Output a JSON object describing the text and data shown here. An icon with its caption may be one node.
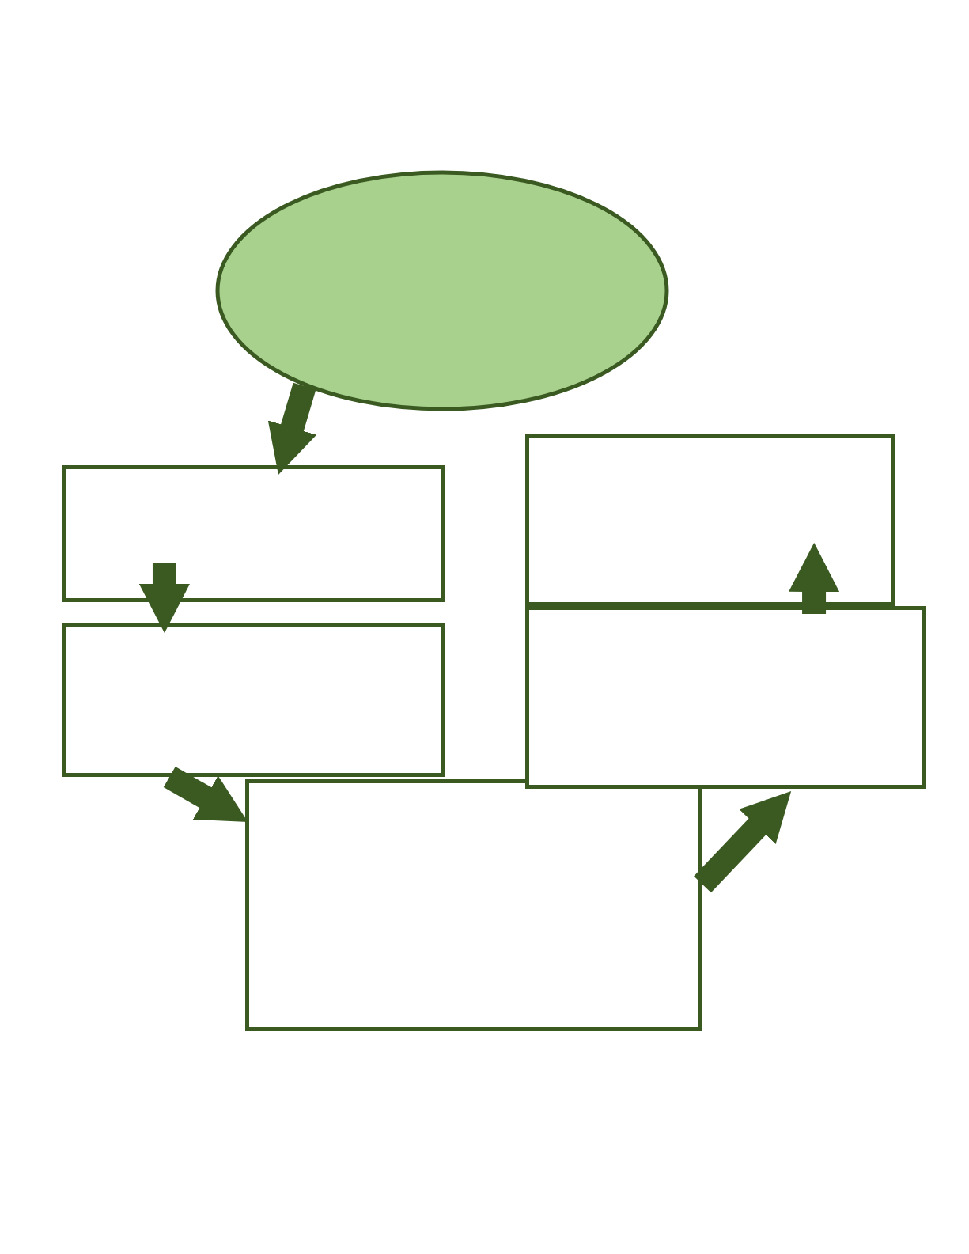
{
  "diagram": {
    "nodes": [
      {
        "text": [],
        "shape": "ellipse"
      },
      {
        "text": [],
        "shape": "box"
      },
      {
        "text": [],
        "shape": "box"
      },
      {
        "text": [],
        "shape": "box"
      },
      {
        "text": [],
        "shape": "box"
      },
      {
        "text": [],
        "shape": "box"
      }
    ],
    "edges": [
      {
        "from": 0,
        "to": 1,
        "arrow": "to"
      },
      {
        "from": 1,
        "to": 3,
        "arrow": "to"
      },
      {
        "from": 3,
        "to": 5,
        "arrow": "to"
      },
      {
        "from": 5,
        "to": 4,
        "arrow": "to"
      },
      {
        "from": 4,
        "to": 2,
        "arrow": "to"
      }
    ]
  }
}
